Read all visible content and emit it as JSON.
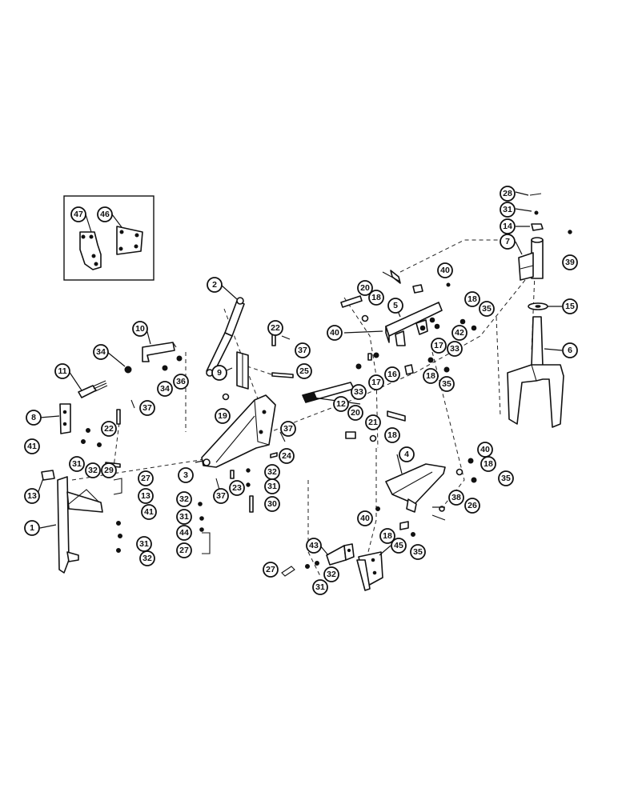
{
  "figure": {
    "style": "exploded parts diagram",
    "line_color": "#111111",
    "background": "#ffffff"
  },
  "callouts": [
    {
      "id": "c1",
      "label": "1"
    },
    {
      "id": "c2",
      "label": "2"
    },
    {
      "id": "c3",
      "label": "3"
    },
    {
      "id": "c4",
      "label": "4"
    },
    {
      "id": "c5",
      "label": "5"
    },
    {
      "id": "c6",
      "label": "6"
    },
    {
      "id": "c7",
      "label": "7"
    },
    {
      "id": "c8",
      "label": "8"
    },
    {
      "id": "c9",
      "label": "9"
    },
    {
      "id": "c10",
      "label": "10"
    },
    {
      "id": "c11",
      "label": "11"
    },
    {
      "id": "c12",
      "label": "12"
    },
    {
      "id": "c13a",
      "label": "13"
    },
    {
      "id": "c13b",
      "label": "13"
    },
    {
      "id": "c14",
      "label": "14"
    },
    {
      "id": "c15",
      "label": "15"
    },
    {
      "id": "c16",
      "label": "16"
    },
    {
      "id": "c17a",
      "label": "17"
    },
    {
      "id": "c17b",
      "label": "17"
    },
    {
      "id": "c18a",
      "label": "18"
    },
    {
      "id": "c18b",
      "label": "18"
    },
    {
      "id": "c18c",
      "label": "18"
    },
    {
      "id": "c18d",
      "label": "18"
    },
    {
      "id": "c18e",
      "label": "18"
    },
    {
      "id": "c18f",
      "label": "18"
    },
    {
      "id": "c19",
      "label": "19"
    },
    {
      "id": "c20a",
      "label": "20"
    },
    {
      "id": "c20b",
      "label": "20"
    },
    {
      "id": "c21",
      "label": "21"
    },
    {
      "id": "c22a",
      "label": "22"
    },
    {
      "id": "c22b",
      "label": "22"
    },
    {
      "id": "c23",
      "label": "23"
    },
    {
      "id": "c24",
      "label": "24"
    },
    {
      "id": "c25",
      "label": "25"
    },
    {
      "id": "c26",
      "label": "26"
    },
    {
      "id": "c27a",
      "label": "27"
    },
    {
      "id": "c27b",
      "label": "27"
    },
    {
      "id": "c27c",
      "label": "27"
    },
    {
      "id": "c28",
      "label": "28"
    },
    {
      "id": "c29",
      "label": "29"
    },
    {
      "id": "c30",
      "label": "30"
    },
    {
      "id": "c31a",
      "label": "31"
    },
    {
      "id": "c31b",
      "label": "31"
    },
    {
      "id": "c31c",
      "label": "31"
    },
    {
      "id": "c31d",
      "label": "31"
    },
    {
      "id": "c31e",
      "label": "31"
    },
    {
      "id": "c31f",
      "label": "31"
    },
    {
      "id": "c32a",
      "label": "32"
    },
    {
      "id": "c32b",
      "label": "32"
    },
    {
      "id": "c32c",
      "label": "32"
    },
    {
      "id": "c32d",
      "label": "32"
    },
    {
      "id": "c32e",
      "label": "32"
    },
    {
      "id": "c33a",
      "label": "33"
    },
    {
      "id": "c33b",
      "label": "33"
    },
    {
      "id": "c34a",
      "label": "34"
    },
    {
      "id": "c34b",
      "label": "34"
    },
    {
      "id": "c35a",
      "label": "35"
    },
    {
      "id": "c35b",
      "label": "35"
    },
    {
      "id": "c35c",
      "label": "35"
    },
    {
      "id": "c35d",
      "label": "35"
    },
    {
      "id": "c36",
      "label": "36"
    },
    {
      "id": "c37a",
      "label": "37"
    },
    {
      "id": "c37b",
      "label": "37"
    },
    {
      "id": "c37c",
      "label": "37"
    },
    {
      "id": "c37d",
      "label": "37"
    },
    {
      "id": "c38",
      "label": "38"
    },
    {
      "id": "c39",
      "label": "39"
    },
    {
      "id": "c40a",
      "label": "40"
    },
    {
      "id": "c40b",
      "label": "40"
    },
    {
      "id": "c40c",
      "label": "40"
    },
    {
      "id": "c40d",
      "label": "40"
    },
    {
      "id": "c41a",
      "label": "41"
    },
    {
      "id": "c41b",
      "label": "41"
    },
    {
      "id": "c42",
      "label": "42"
    },
    {
      "id": "c43",
      "label": "43"
    },
    {
      "id": "c44",
      "label": "44"
    },
    {
      "id": "c45",
      "label": "45"
    },
    {
      "id": "c46",
      "label": "46"
    },
    {
      "id": "c47",
      "label": "47"
    }
  ]
}
